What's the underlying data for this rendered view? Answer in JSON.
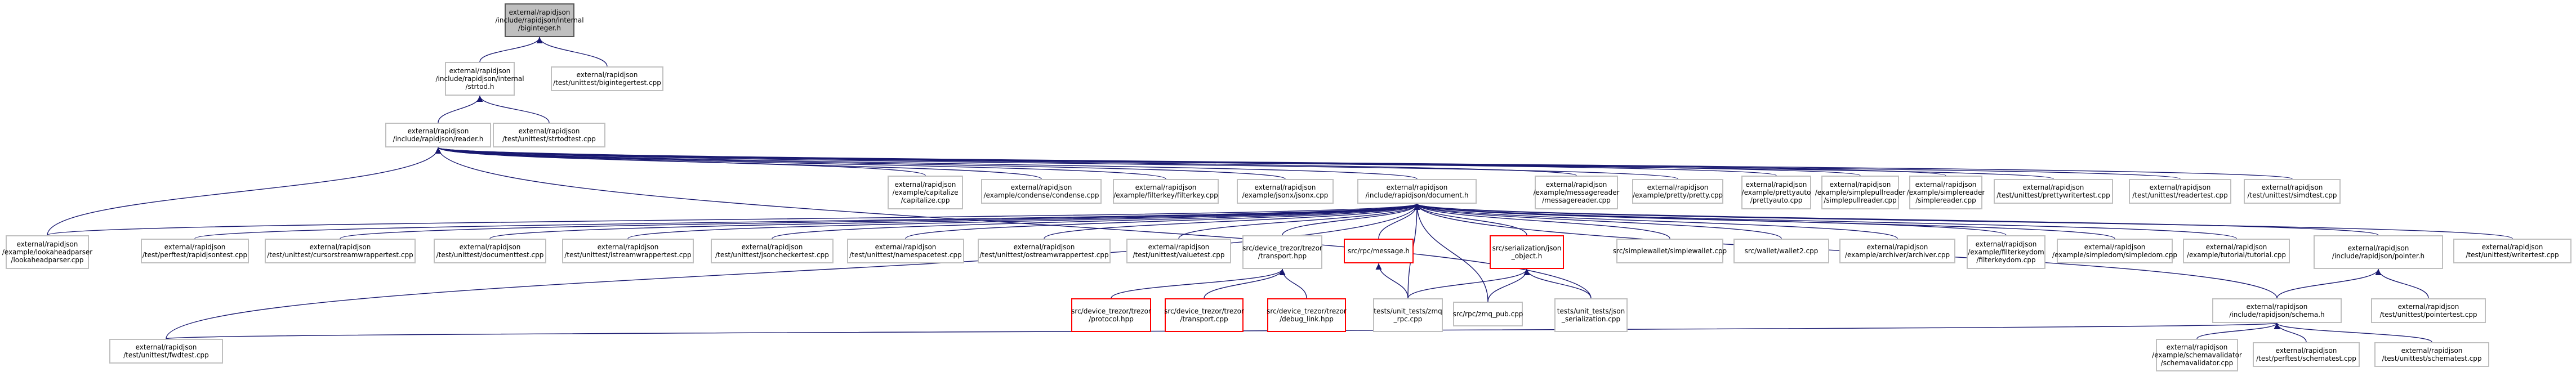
{
  "colors": {
    "edge": "#191970",
    "node_border": "#bfbfbf",
    "root_fill": "#bfbfbf",
    "missing_border": "#ff0000"
  },
  "nodes": {
    "root": [
      "external/rapidjson",
      "/include/rapidjson/internal",
      "/biginteger.h"
    ],
    "strtod": [
      "external/rapidjson",
      "/include/rapidjson/internal",
      "/strtod.h"
    ],
    "bigintegertest": [
      "external/rapidjson",
      "/test/unittest/bigintegertest.cpp"
    ],
    "reader_h": [
      "external/rapidjson",
      "/include/rapidjson/reader.h"
    ],
    "strtodtest": [
      "external/rapidjson",
      "/test/unittest/strtodtest.cpp"
    ],
    "capitalize": [
      "external/rapidjson",
      "/example/capitalize",
      "/capitalize.cpp"
    ],
    "condense": [
      "external/rapidjson",
      "/example/condense/condense.cpp"
    ],
    "filterkey": [
      "external/rapidjson",
      "/example/filterkey/filterkey.cpp"
    ],
    "jsonx": [
      "external/rapidjson",
      "/example/jsonx/jsonx.cpp"
    ],
    "document_h": [
      "external/rapidjson",
      "/include/rapidjson/document.h"
    ],
    "messagereader": [
      "external/rapidjson",
      "/example/messagereader",
      "/messagereader.cpp"
    ],
    "pretty": [
      "external/rapidjson",
      "/example/pretty/pretty.cpp"
    ],
    "prettyauto": [
      "external/rapidjson",
      "/example/prettyauto",
      "/prettyauto.cpp"
    ],
    "simplepullreader": [
      "external/rapidjson",
      "/example/simplepullreader",
      "/simplepullreader.cpp"
    ],
    "simplereader": [
      "external/rapidjson",
      "/example/simplereader",
      "/simplereader.cpp"
    ],
    "prettywritertest": [
      "external/rapidjson",
      "/test/unittest/prettywritertest.cpp"
    ],
    "readertest": [
      "external/rapidjson",
      "/test/unittest/readertest.cpp"
    ],
    "simdtest": [
      "external/rapidjson",
      "/test/unittest/simdtest.cpp"
    ],
    "lookaheadparser": [
      "external/rapidjson",
      "/example/lookaheadparser",
      "/lookaheadparser.cpp"
    ],
    "rapidjsontest": [
      "external/rapidjson",
      "/test/perftest/rapidjsontest.cpp"
    ],
    "cursorstreamwrappertest": [
      "external/rapidjson",
      "/test/unittest/cursorstreamwrappertest.cpp"
    ],
    "documenttest": [
      "external/rapidjson",
      "/test/unittest/documenttest.cpp"
    ],
    "istreamwrappertest": [
      "external/rapidjson",
      "/test/unittest/istreamwrappertest.cpp"
    ],
    "jsoncheckertest": [
      "external/rapidjson",
      "/test/unittest/jsoncheckertest.cpp"
    ],
    "namespacetest": [
      "external/rapidjson",
      "/test/unittest/namespacetest.cpp"
    ],
    "ostreamwrappertest": [
      "external/rapidjson",
      "/test/unittest/ostreamwrappertest.cpp"
    ],
    "valuetest": [
      "external/rapidjson",
      "/test/unittest/valuetest.cpp"
    ],
    "transport_hpp": [
      "src/device_trezor/trezor",
      "/transport.hpp"
    ],
    "message_h": [
      "src/rpc/message.h"
    ],
    "json_object_h": [
      "src/serialization/json",
      "_object.h"
    ],
    "simplewallet": [
      "src/simplewallet/simplewallet.cpp"
    ],
    "wallet2": [
      "src/wallet/wallet2.cpp"
    ],
    "archiver": [
      "external/rapidjson",
      "/example/archiver/archiver.cpp"
    ],
    "filterkeydom": [
      "external/rapidjson",
      "/example/filterkeydom",
      "/filterkeydom.cpp"
    ],
    "simpledom": [
      "external/rapidjson",
      "/example/simpledom/simpledom.cpp"
    ],
    "tutorial": [
      "external/rapidjson",
      "/example/tutorial/tutorial.cpp"
    ],
    "pointer_h": [
      "external/rapidjson",
      "/include/rapidjson/pointer.h"
    ],
    "writertest": [
      "external/rapidjson",
      "/test/unittest/writertest.cpp"
    ],
    "protocol_hpp": [
      "src/device_trezor/trezor",
      "/protocol.hpp"
    ],
    "transport_cpp": [
      "src/device_trezor/trezor",
      "/transport.cpp"
    ],
    "debug_link_hpp": [
      "src/device_trezor/trezor",
      "/debug_link.hpp"
    ],
    "zmq_rpc": [
      "tests/unit_tests/zmq",
      "_rpc.cpp"
    ],
    "zmq_pub": [
      "src/rpc/zmq_pub.cpp"
    ],
    "json_serialization": [
      "tests/unit_tests/json",
      "_serialization.cpp"
    ],
    "schema_h": [
      "external/rapidjson",
      "/include/rapidjson/schema.h"
    ],
    "pointertest": [
      "external/rapidjson",
      "/test/unittest/pointertest.cpp"
    ],
    "fwdtest": [
      "external/rapidjson",
      "/test/unittest/fwdtest.cpp"
    ],
    "schemavalidator": [
      "external/rapidjson",
      "/example/schemavalidator",
      "/schemavalidator.cpp"
    ],
    "perf_schematest": [
      "external/rapidjson",
      "/test/perftest/schematest.cpp"
    ],
    "unit_schematest": [
      "external/rapidjson",
      "/test/unittest/schematest.cpp"
    ]
  }
}
